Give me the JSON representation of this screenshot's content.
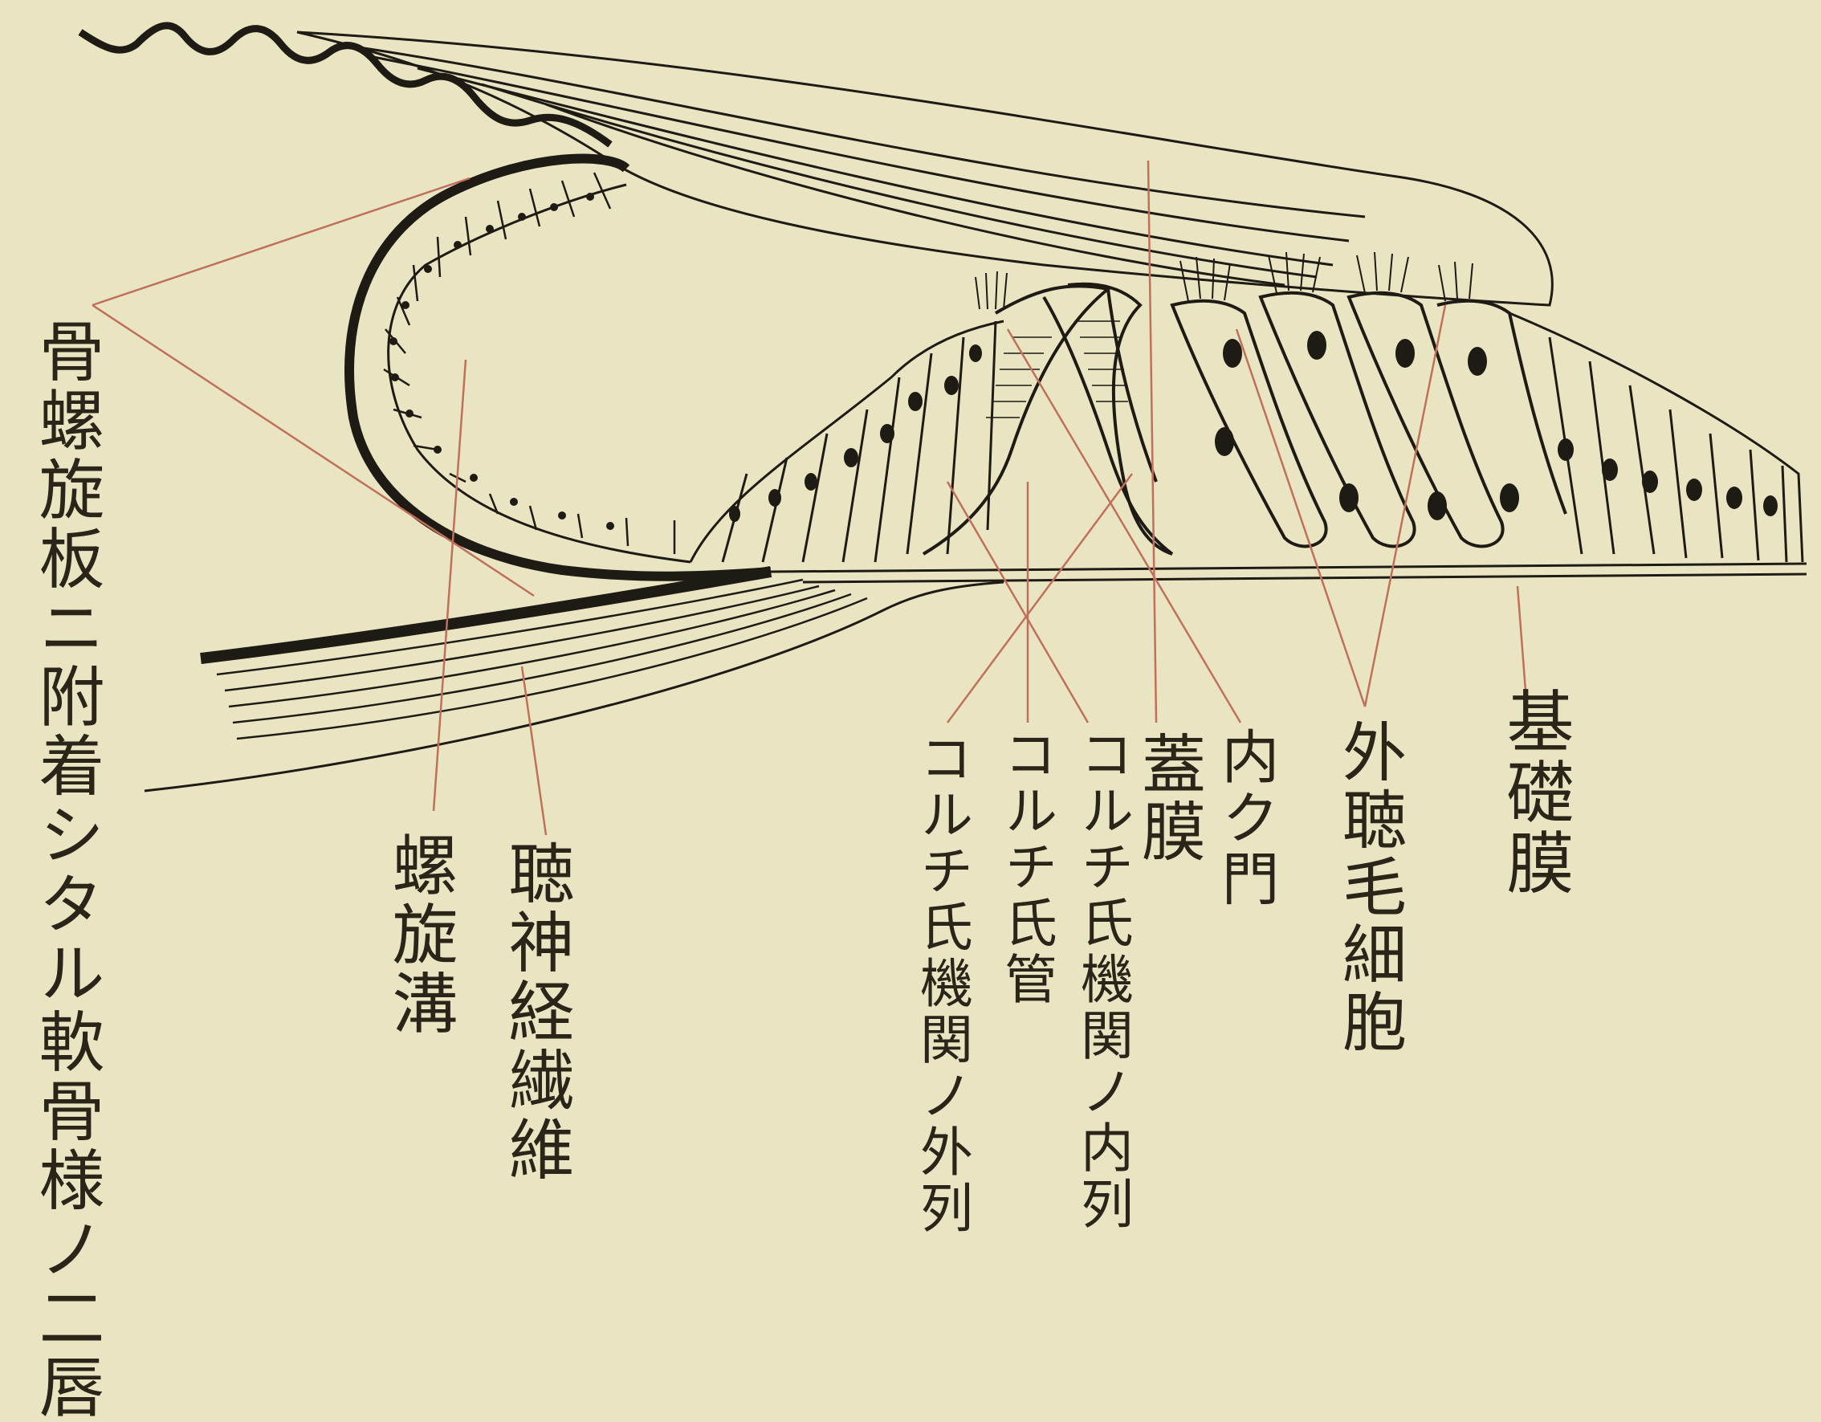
{
  "labels": {
    "bony_spiral_lamina": "骨螺旋板ニ附着シタル軟骨様ノ二唇",
    "spiral_groove": "螺旋溝",
    "auditory_nerve_fibers": "聴神経繊維",
    "corti_arch_outer_row": "コルチ氏機関ノ外列",
    "corti_tunnel": "コルチ氏管",
    "corti_arch_inner_row": "コルチ氏機関ノ内列",
    "tectorial_membrane": "蓋膜",
    "inner_hair_cell": "内ク門",
    "outer_hair_cells": "外聴毛細胞",
    "basilar_membrane": "基礎膜"
  },
  "colors": {
    "paper": "#e9e5c3",
    "ink": "#1e1a14",
    "leader_line": "#c0705a"
  }
}
